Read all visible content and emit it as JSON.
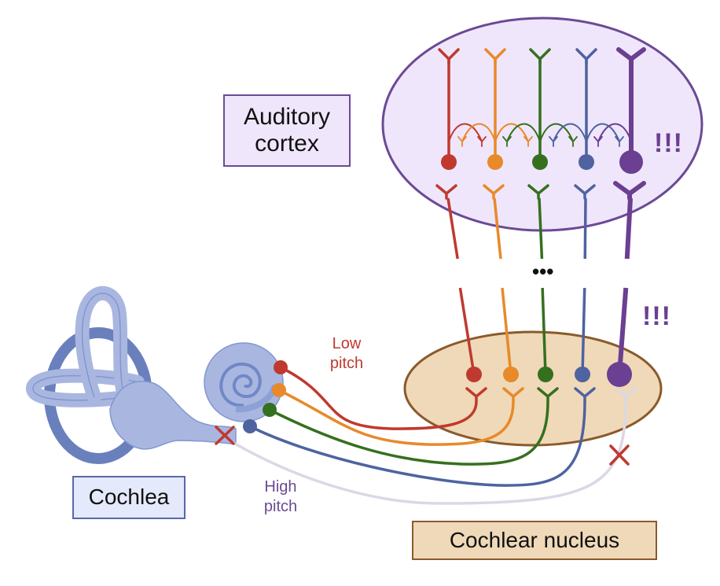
{
  "title": "Tonotopic pathway from cochlea to auditory cortex",
  "labels": {
    "auditory_cortex": "Auditory cortex",
    "cochlea": "Cochlea",
    "cochlear_nucleus": "Cochlear nucleus",
    "low_pitch": "Low pitch",
    "high_pitch": "High pitch",
    "emphasis_cortex": "!!!",
    "emphasis_nucleus": "!!!",
    "ellipsis": "•••"
  },
  "colors": {
    "cortex_fill": "#efe6fb",
    "cortex_stroke": "#6b4a95",
    "nucleus_fill": "#efd9b8",
    "nucleus_stroke": "#8a5a2a",
    "cochlea_fill": "#a9b7e0",
    "cochlea_dark": "#7d8fc9",
    "lost_pathway": "#dcd7e6",
    "lesion_mark": "#c0392f"
  },
  "channels": [
    {
      "name": "red",
      "color": "#c0392f",
      "pitch_order": 1,
      "emphasized": false,
      "lost": false
    },
    {
      "name": "orange",
      "color": "#e8892a",
      "pitch_order": 2,
      "emphasized": false,
      "lost": false
    },
    {
      "name": "green",
      "color": "#35701f",
      "pitch_order": 3,
      "emphasized": false,
      "lost": false
    },
    {
      "name": "blue",
      "color": "#4e63a0",
      "pitch_order": 4,
      "emphasized": false,
      "lost": false
    },
    {
      "name": "purple",
      "color": "#6b3f91",
      "pitch_order": 5,
      "emphasized": true,
      "lost": true
    }
  ],
  "icons": {
    "lesion": "x-mark-icon"
  }
}
